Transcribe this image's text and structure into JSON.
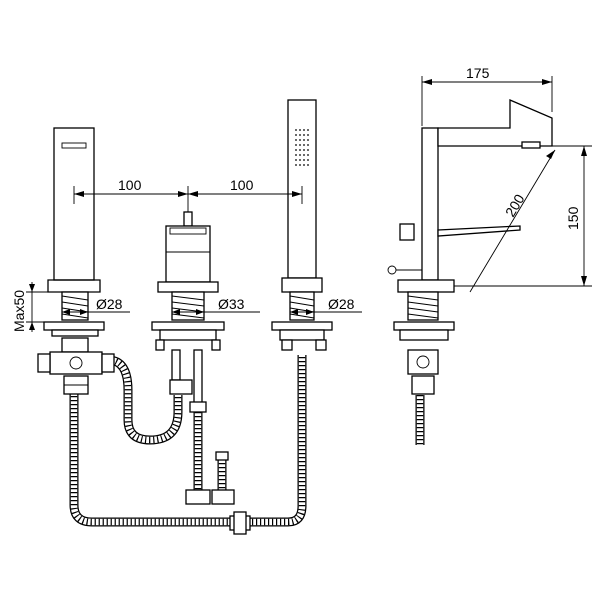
{
  "dimensions": {
    "spacing_left": "100",
    "spacing_right": "100",
    "max_thickness": "Max50",
    "dia_left": "Ø28",
    "dia_center": "Ø33",
    "dia_right": "Ø28",
    "side_depth": "175",
    "side_diagonal": "200",
    "side_height": "150"
  },
  "colors": {
    "line": "#000000",
    "background": "#ffffff"
  }
}
